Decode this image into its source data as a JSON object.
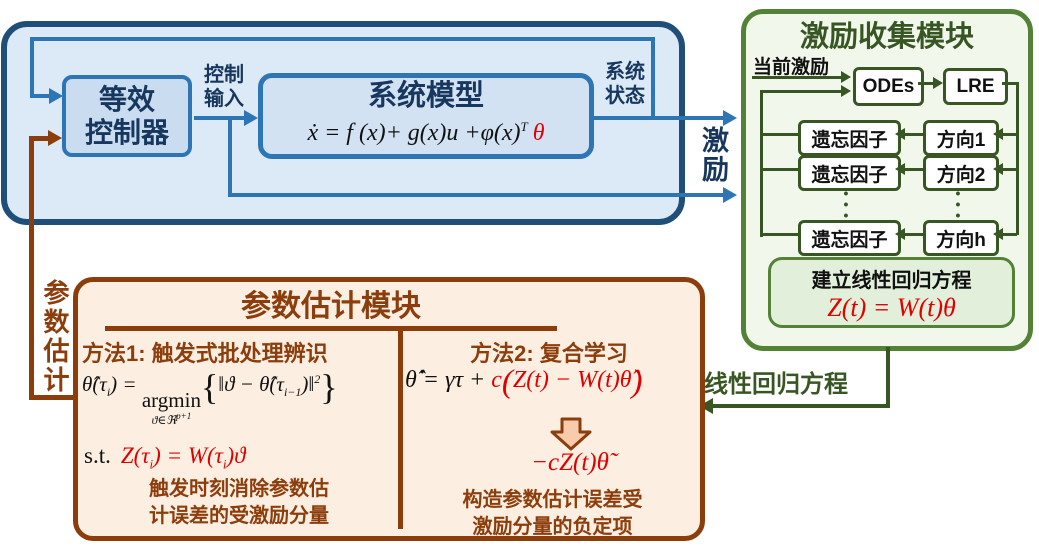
{
  "plant": {
    "controller": {
      "line1": "等效",
      "line2": "控制器"
    },
    "control_input": {
      "line1": "控制",
      "line2": "输入"
    },
    "system_model": {
      "title": "系统模型",
      "eq_black": "ẋ = f (x)+ g(x)u +φ(x)",
      "eq_sup": "T",
      "eq_red": "θ"
    },
    "system_state": {
      "line1": "系统",
      "line2": "状态"
    },
    "excitation_label": "激励"
  },
  "excitation": {
    "title": "激励收集模块",
    "current_excitation": "当前激励",
    "odes": "ODEs",
    "lre": "LRE",
    "rows": [
      {
        "forget": "遗忘因子",
        "direction": "方向1"
      },
      {
        "forget": "遗忘因子",
        "direction": "方向2"
      },
      {
        "forget": "遗忘因子",
        "direction": "方向h"
      }
    ],
    "dots": "•\n•\n•",
    "lre_box": {
      "caption": "建立线性回归方程",
      "equation": "Z(t) = W(t)θ"
    }
  },
  "estimation": {
    "feedback_label": "参数估计",
    "lre_arrow_label": "线性回归方程",
    "title": "参数估计模块",
    "method1": {
      "heading": "方法1: 触发式批处理辨识",
      "eq": {
        "lhs": "θ̂(τ",
        "lhs_sub": "i",
        "rel": ") = ",
        "argmin": "argmin",
        "under": "ϑ∈ℜ",
        "under_sup": "p+1",
        "open": "{",
        "body": "‖ϑ − θ̂(τ",
        "body_sub": "i−1",
        "close_inner": ")‖",
        "sup": "2",
        "close": "}"
      },
      "st_label": "s.t.",
      "st_eq": {
        "a": "Z(τ",
        "a_sub": "i",
        "b": ") = W(τ",
        "b_sub": "i",
        "c": ")ϑ"
      },
      "caption_line1": "触发时刻消除参数估",
      "caption_line2": "计误差的受激励分量"
    },
    "method2": {
      "heading": "方法2: 复合学习",
      "eq": {
        "black": "θ̂̇ = γτ + ",
        "red_c": "c",
        "open": "(",
        "body": "Z(t) − W(t)θ̂",
        "close": ")"
      },
      "result": "−cZ(t)θ̃",
      "caption_line1": "构造参数估计误差受",
      "caption_line2": "激励分量的负定项"
    }
  },
  "colors": {
    "blue_dark": "#1F4E79",
    "blue_mid": "#2E75B6",
    "blue_fill": "#DCE9F6",
    "green_border": "#538135",
    "green_dark": "#375623",
    "green_fill": "#F2F7EC",
    "brown": "#8C3D0C",
    "brown_fill": "#FCEEE1",
    "red": "#E00000"
  }
}
